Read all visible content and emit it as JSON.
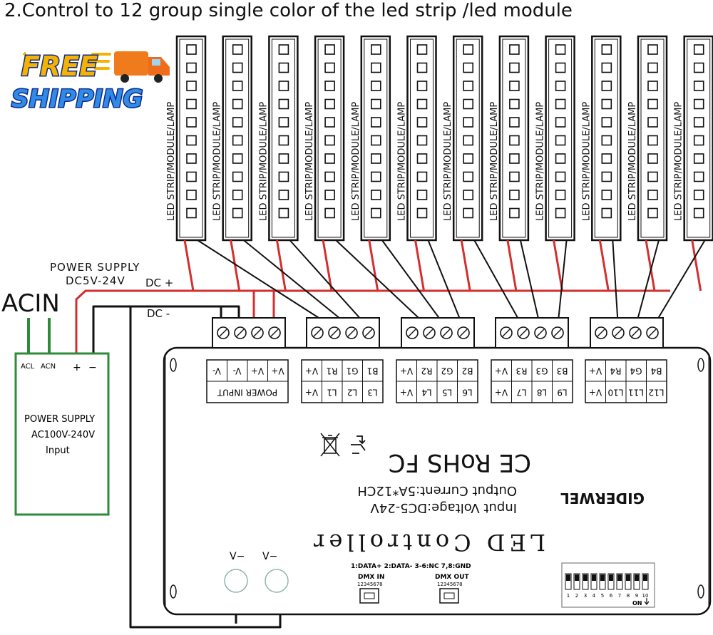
{
  "title": "2.Control to 12 group single color of the led strip /led module",
  "badge": {
    "line1": "FREE",
    "line2": "SHIPPING",
    "icon": "delivery-truck-icon"
  },
  "led_strip_label": "LED STRIP/MODULE/LAMP",
  "led_strip_count": 12,
  "power_supply_dc": {
    "line1": "POWER SUPPLY",
    "line2": "DC5V-24V",
    "dc_plus": "DC +",
    "dc_minus": "DC -"
  },
  "acin": "ACIN",
  "power_supply_ac": {
    "acl": "ACL",
    "acn": "ACN",
    "plus": "+",
    "minus": "−",
    "line1": "POWER SUPPLY",
    "line2": "AC100V-240V",
    "line3": "Input"
  },
  "controller": {
    "terminal_labels": [
      [
        "V-",
        "V-",
        "V+",
        "V+"
      ],
      [
        "V+",
        "R1",
        "G1",
        "B1"
      ],
      [
        "V+",
        "R2",
        "G2",
        "B2"
      ],
      [
        "V+",
        "R3",
        "G3",
        "B3"
      ],
      [
        "V+",
        "R4",
        "G4",
        "B4"
      ]
    ],
    "power_input_label": "POWER INPUT",
    "l_labels": [
      [
        "V+",
        "L1",
        "L2",
        "L3"
      ],
      [
        "V+",
        "L4",
        "L5",
        "L6"
      ],
      [
        "V+",
        "L7",
        "L8",
        "L9"
      ],
      [
        "V+",
        "L10",
        "L11",
        "L12"
      ]
    ],
    "cert_marks": "CE RoHS FC",
    "output_current": "Output Current:5A*12CH",
    "input_voltage": "Input Voltage:DC5-24V",
    "brand": "GIDERWEL",
    "name": "LED Controller",
    "vminus_1": "V−",
    "vminus_2": "V−",
    "pin_info": "1:DATA+  2:DATA-  3-6:NC  7,8:GND",
    "dmx_in": "DMX IN",
    "dmx_out": "DMX OUT",
    "dmx_pins": "12345678",
    "dip_numbers": [
      "1",
      "2",
      "3",
      "4",
      "5",
      "6",
      "7",
      "8",
      "9",
      "10"
    ],
    "dip_on": "ON"
  },
  "colors": {
    "red_wire": "#d32f2f",
    "green_wire": "#2e8b3a",
    "black_wire": "#111111"
  }
}
